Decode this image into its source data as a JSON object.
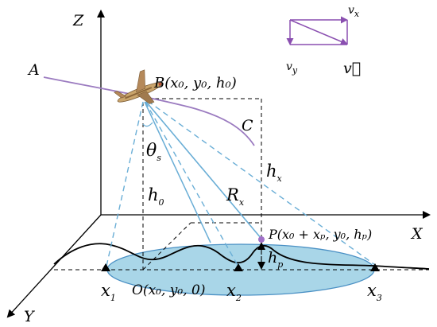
{
  "axes": {
    "z": "Z",
    "x": "X",
    "y": "Y"
  },
  "labels": {
    "curve_a": "A",
    "curve_c": "C",
    "aircraft_point": "B(x₀, y₀, h₀)",
    "theta": "θ",
    "theta_sub": "s",
    "h0": "h",
    "h0_sub": "0",
    "hx": "h",
    "hx_sub": "x",
    "rx": "R",
    "rx_sub": "x",
    "target_point": "P(x₀ + xₚ, y₀, hₚ)",
    "hp": "h",
    "hp_sub": "p",
    "origin_point": "O(x₀, y₀, 0)",
    "x1": "x",
    "x1_sub": "1",
    "x2": "x",
    "x2_sub": "2",
    "x3": "x",
    "x3_sub": "3"
  },
  "velocity": {
    "vx": "v",
    "vx_sub": "x",
    "vy": "v",
    "vy_sub": "y",
    "v": "v⃗"
  },
  "colors": {
    "trajectory": "#9b7bc0",
    "ray_solid": "#6aaed6",
    "ray_dashed": "#6aaed6",
    "ellipse_fill": "#a9d6e8",
    "ellipse_stroke": "#4a90c4",
    "velocity": "#8a4fb0",
    "target_dot": "#a070c8"
  }
}
